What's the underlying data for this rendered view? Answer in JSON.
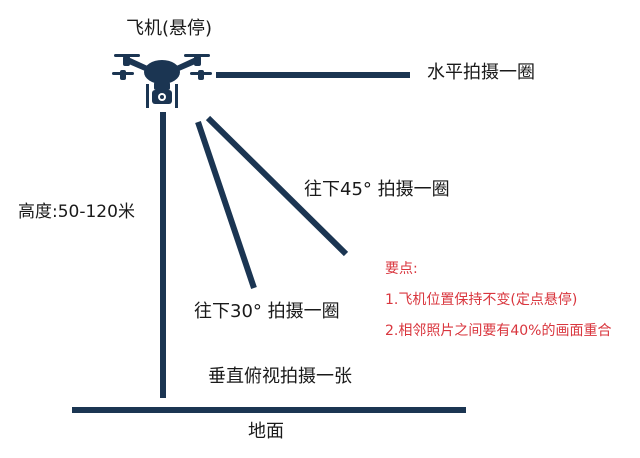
{
  "labels": {
    "drone_title": "飞机(悬停)",
    "horizontal": "水平拍摄一圈",
    "down45": "往下45° 拍摄一圈",
    "down30": "往下30° 拍摄一圈",
    "vertical": "垂直俯视拍摄一张",
    "height": "高度:50-120米",
    "ground": "地面"
  },
  "notes": {
    "title": "要点:",
    "items": [
      "1.飞机位置保持不变(定点悬停)",
      "2.相邻照片之间要有40%的画面重合"
    ]
  },
  "colors": {
    "line": "#1b3552",
    "note": "#d9363e",
    "drone": "#1b3552"
  },
  "icons": {
    "drone": "drone-icon"
  }
}
